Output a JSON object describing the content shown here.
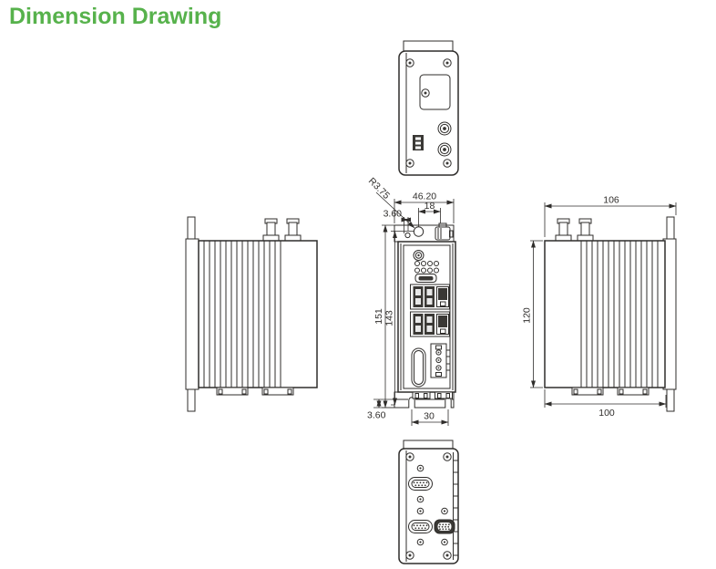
{
  "title": "Dimension Drawing",
  "colors": {
    "title_green": "#57b24c",
    "line": "#2f2d2b",
    "dark": "#3a3835"
  },
  "front_view": {
    "radius_label": "R3.75",
    "top_width": "46.20",
    "antenna_pitch": "18",
    "hole_edge_offset": "3.60",
    "overall_height": "151",
    "inner_height": "143",
    "flange_thickness": "3.60",
    "slot_pitch": "30"
  },
  "side_view": {
    "overall_depth": "106",
    "body_height": "120",
    "body_depth": "100"
  }
}
